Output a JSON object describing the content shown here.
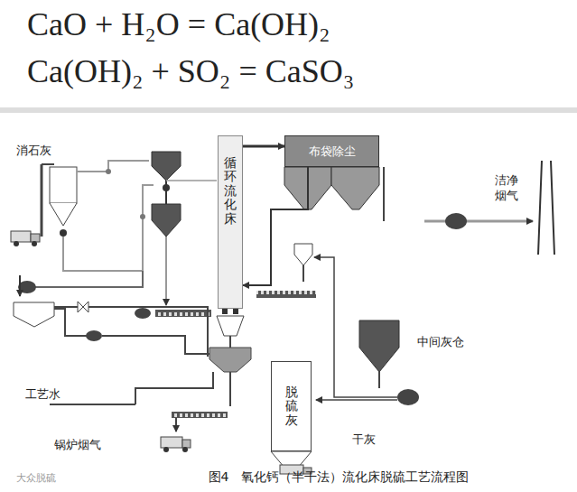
{
  "diagram": {
    "caption": "图4　氧化钙（半干法）流化床脱硫工艺流程图",
    "nodes": [
      {
        "text": [
          "循环流化床"
        ]
      },
      {
        "text": [
          "布袋除尘"
        ]
      },
      {
        "text": [
          "脱硫灰"
        ]
      }
    ],
    "edges": [
      {
        "from": 0,
        "to": 1,
        "arrow": "to"
      },
      {
        "from": 1,
        "to": 0,
        "arrow": "to"
      }
    ],
    "labels": [
      "CaO + H₂O = Ca(OH)₂",
      "Ca(OH)₂ + SO₂ = CaSO₃",
      "消石灰",
      "洁净烟气",
      "中间灰仓",
      "工艺水",
      "锅炉烟气",
      "干灰",
      "大众脱硫"
    ]
  }
}
